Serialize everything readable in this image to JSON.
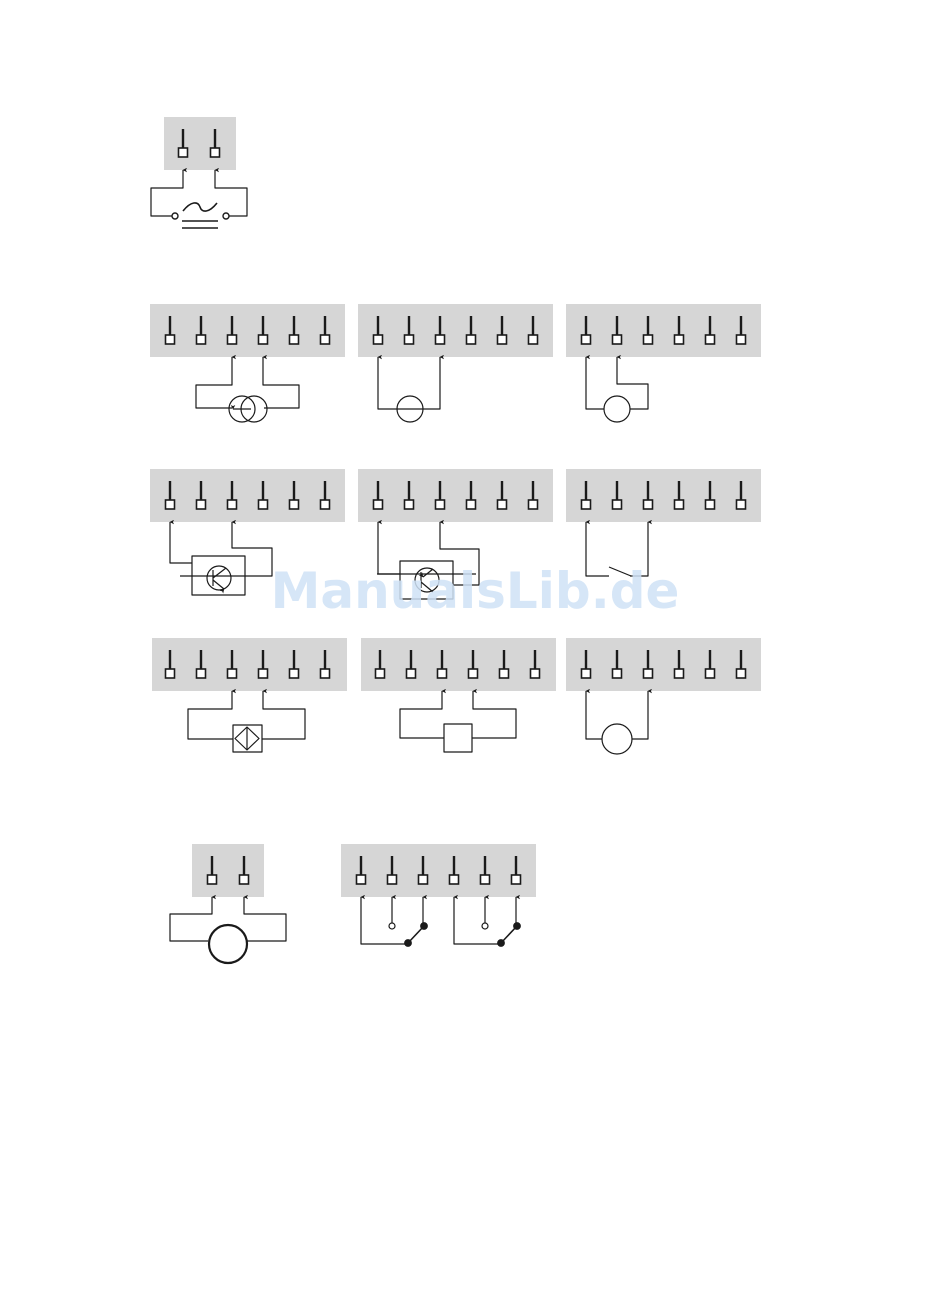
{
  "watermark": {
    "text": "ManualsLib.de",
    "color": "#cfe2f6"
  },
  "colors": {
    "terminal_strip": "#d6d6d6",
    "line": "#1a1a1a"
  },
  "diagram_content": {
    "terminal_blocks": [
      {
        "id": "tb-mains",
        "terminals": 2
      },
      {
        "id": "tb-thermocouple",
        "terminals": 6
      },
      {
        "id": "tb-current",
        "terminals": 6
      },
      {
        "id": "tb-2wire-rtd",
        "terminals": 6
      },
      {
        "id": "tb-npn",
        "terminals": 6
      },
      {
        "id": "tb-pnp",
        "terminals": 6
      },
      {
        "id": "tb-contact",
        "terminals": 6
      },
      {
        "id": "tb-namur",
        "terminals": 6
      },
      {
        "id": "tb-device",
        "terminals": 6
      },
      {
        "id": "tb-circle-load",
        "terminals": 6
      },
      {
        "id": "tb-output-load",
        "terminals": 2
      },
      {
        "id": "tb-relays",
        "terminals": 6
      }
    ]
  }
}
